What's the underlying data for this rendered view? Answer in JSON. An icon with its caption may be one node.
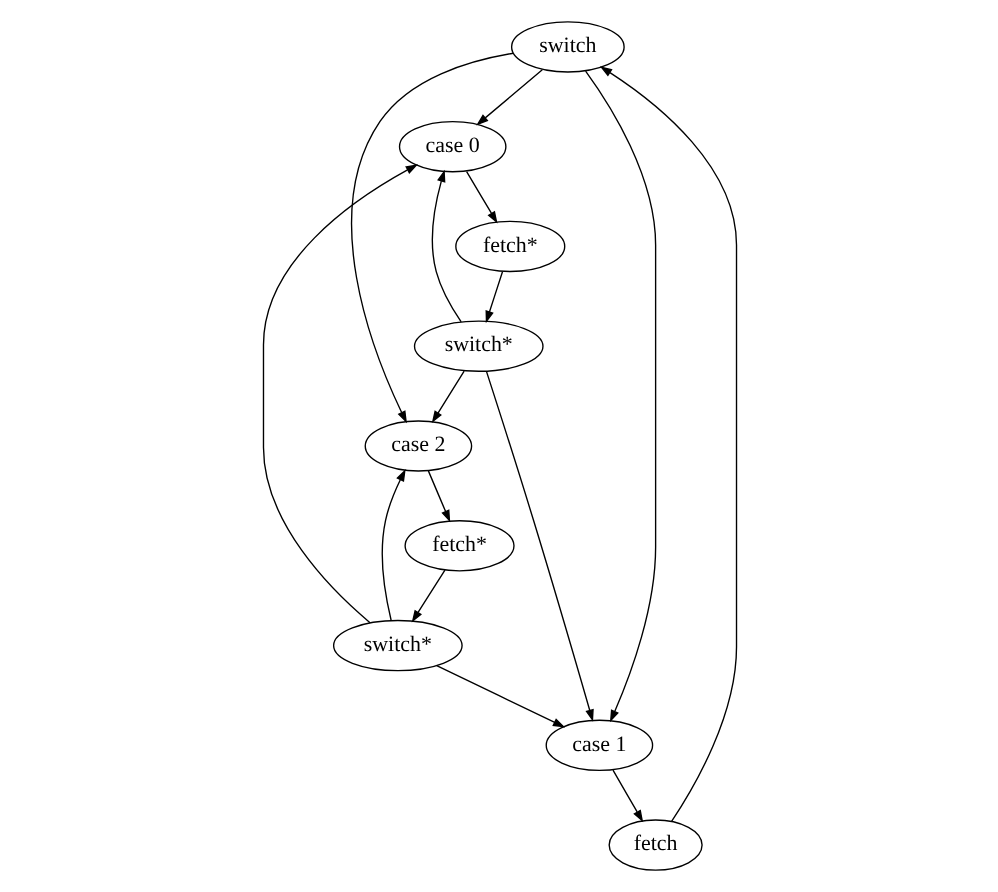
{
  "diagram": {
    "nodes": [
      {
        "text": [
          "switch"
        ]
      },
      {
        "text": [
          "case 0"
        ]
      },
      {
        "text": [
          "case 1"
        ]
      },
      {
        "text": [
          "case 2"
        ]
      },
      {
        "text": [
          "fetch*"
        ]
      },
      {
        "text": [
          "fetch"
        ]
      },
      {
        "text": [
          "fetch*"
        ]
      },
      {
        "text": [
          "switch*"
        ]
      },
      {
        "text": [
          "switch*"
        ]
      }
    ],
    "edges": [
      {
        "from": 0,
        "to": 1,
        "arrow": "to"
      },
      {
        "from": 0,
        "to": 2,
        "arrow": "to"
      },
      {
        "from": 0,
        "to": 3,
        "arrow": "to"
      },
      {
        "from": 1,
        "to": 4,
        "arrow": "to"
      },
      {
        "from": 2,
        "to": 5,
        "arrow": "to"
      },
      {
        "from": 3,
        "to": 6,
        "arrow": "to"
      },
      {
        "from": 5,
        "to": 0,
        "arrow": "to"
      },
      {
        "from": 4,
        "to": 7,
        "arrow": "to"
      },
      {
        "from": 6,
        "to": 8,
        "arrow": "to"
      },
      {
        "from": 7,
        "to": 1,
        "arrow": "to"
      },
      {
        "from": 7,
        "to": 2,
        "arrow": "to"
      },
      {
        "from": 7,
        "to": 3,
        "arrow": "to"
      },
      {
        "from": 8,
        "to": 1,
        "arrow": "to"
      },
      {
        "from": 8,
        "to": 2,
        "arrow": "to"
      },
      {
        "from": 8,
        "to": 3,
        "arrow": "to"
      }
    ]
  }
}
